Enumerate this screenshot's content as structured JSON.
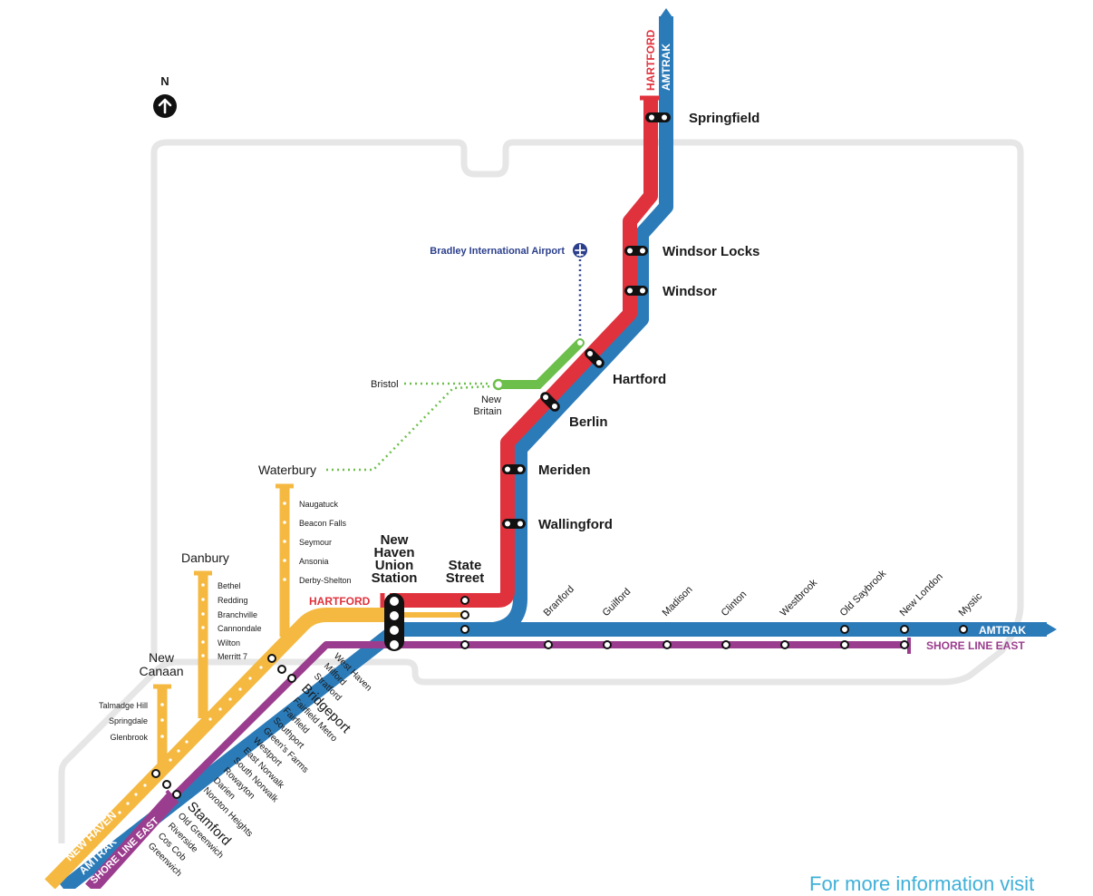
{
  "compass": {
    "label": "N"
  },
  "lines": {
    "hartford": {
      "name": "HARTFORD",
      "color": "#e0323c"
    },
    "amtrak": {
      "name": "AMTRAK",
      "color": "#2b7bb9"
    },
    "new_haven": {
      "name": "NEW HAVEN",
      "color": "#f5b941"
    },
    "shore_line_east": {
      "name": "SHORE LINE EAST",
      "color": "#9b3d8e"
    },
    "branch": {
      "color": "#6cbf4a"
    },
    "airport": {
      "color": "#2b3f8c"
    }
  },
  "stations": {
    "springfield": "Springfield",
    "windsor_locks": "Windsor Locks",
    "windsor": "Windsor",
    "hartford": "Hartford",
    "berlin": "Berlin",
    "meriden": "Meriden",
    "wallingford": "Wallingford",
    "new_haven_union": [
      "New",
      "Haven",
      "Union",
      "Station"
    ],
    "state_street": [
      "State",
      "Street"
    ],
    "bridgeport": "Bridgeport",
    "stamford": "Stamford",
    "new_britain": [
      "New",
      "Britain"
    ],
    "bristol": "Bristol",
    "waterbury": "Waterbury",
    "danbury": "Danbury",
    "new_canaan": [
      "New",
      "Canaan"
    ],
    "airport": "Bradley International Airport"
  },
  "shore_stops": [
    "Branford",
    "Guilford",
    "Madison",
    "Clinton",
    "Westbrook",
    "Old Saybrook",
    "New London",
    "Mystic"
  ],
  "waterbury_branch": [
    "Naugatuck",
    "Beacon Falls",
    "Seymour",
    "Ansonia",
    "Derby-Shelton"
  ],
  "danbury_branch": [
    "Bethel",
    "Redding",
    "Branchville",
    "Cannondale",
    "Wilton",
    "Merritt 7"
  ],
  "new_canaan_branch": [
    "Talmadge Hill",
    "Springdale",
    "Glenbrook"
  ],
  "nh_line_stops_upper": [
    "West Haven",
    "Milford",
    "Stratford"
  ],
  "nh_line_stops_mid": [
    "Fairfield Metro",
    "Fairfield",
    "Southport",
    "Green's Farms",
    "Westport",
    "East Norwalk",
    "South Norwalk",
    "Rowayton",
    "Darien",
    "Noroton Heights"
  ],
  "nh_line_stops_lower": [
    "Old Greenwich",
    "Riverside",
    "Cos Cob",
    "Greenwich"
  ],
  "footer": "For more information visit"
}
